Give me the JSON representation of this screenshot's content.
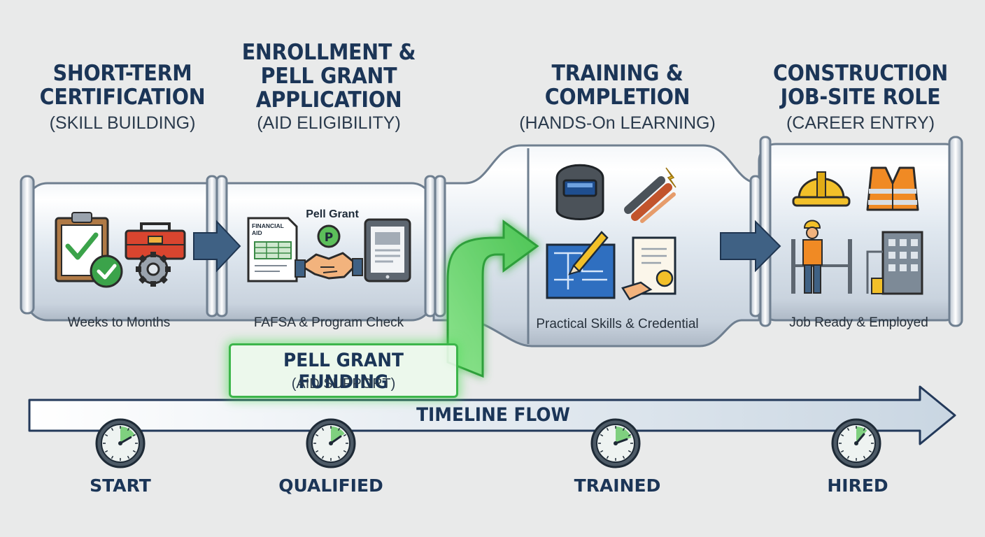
{
  "stages": [
    {
      "title_lines": [
        "SHORT-TERM",
        "CERTIFICATION"
      ],
      "subtitle": "(SKILL BUILDING)",
      "note": "Weeks to Months"
    },
    {
      "title_lines": [
        "ENROLLMENT &",
        "PELL GRANT",
        "APPLICATION"
      ],
      "subtitle": "(AID ELIGIBILITY)",
      "note": "FAFSA & Program Check"
    },
    {
      "title_lines": [
        "TRAINING &",
        "COMPLETION"
      ],
      "subtitle": "(HANDS-On LEARNING)",
      "note": "Practical Skills & Credential"
    },
    {
      "title_lines": [
        "CONSTRUCTION",
        "JOB-SITE ROLE"
      ],
      "subtitle": "(CAREER ENTRY)",
      "note": "Job Ready & Employed"
    }
  ],
  "icon_labels": {
    "pell_grant": "Pell Grant",
    "coin_letter": "P",
    "financial_aid_line1": "FINANCIAL",
    "financial_aid_line2": "AID"
  },
  "funding": {
    "title": "PELL GRANT FUNDING",
    "subtitle": "(AID SUPPORT)"
  },
  "timeline": {
    "label": "TIMELINE FLOW",
    "milestones": [
      "START",
      "QUALIFIED",
      "TRAINED",
      "HIRED"
    ]
  },
  "colors": {
    "title": "#1b3557",
    "funding_green": "#3cb54a",
    "arrow_blue": "#3f6184",
    "pipe_edge": "#6f7f90"
  },
  "icons": [
    "clipboard-check-icon",
    "toolbox-icon",
    "gear-icon",
    "financial-aid-form-icon",
    "pell-coin-icon",
    "handshake-icon",
    "tablet-icon",
    "welding-mask-icon",
    "wires-icon",
    "blueprint-icon",
    "certificate-icon",
    "hard-hat-icon",
    "safety-vest-icon",
    "worker-icon",
    "building-icon",
    "clock-icon"
  ]
}
